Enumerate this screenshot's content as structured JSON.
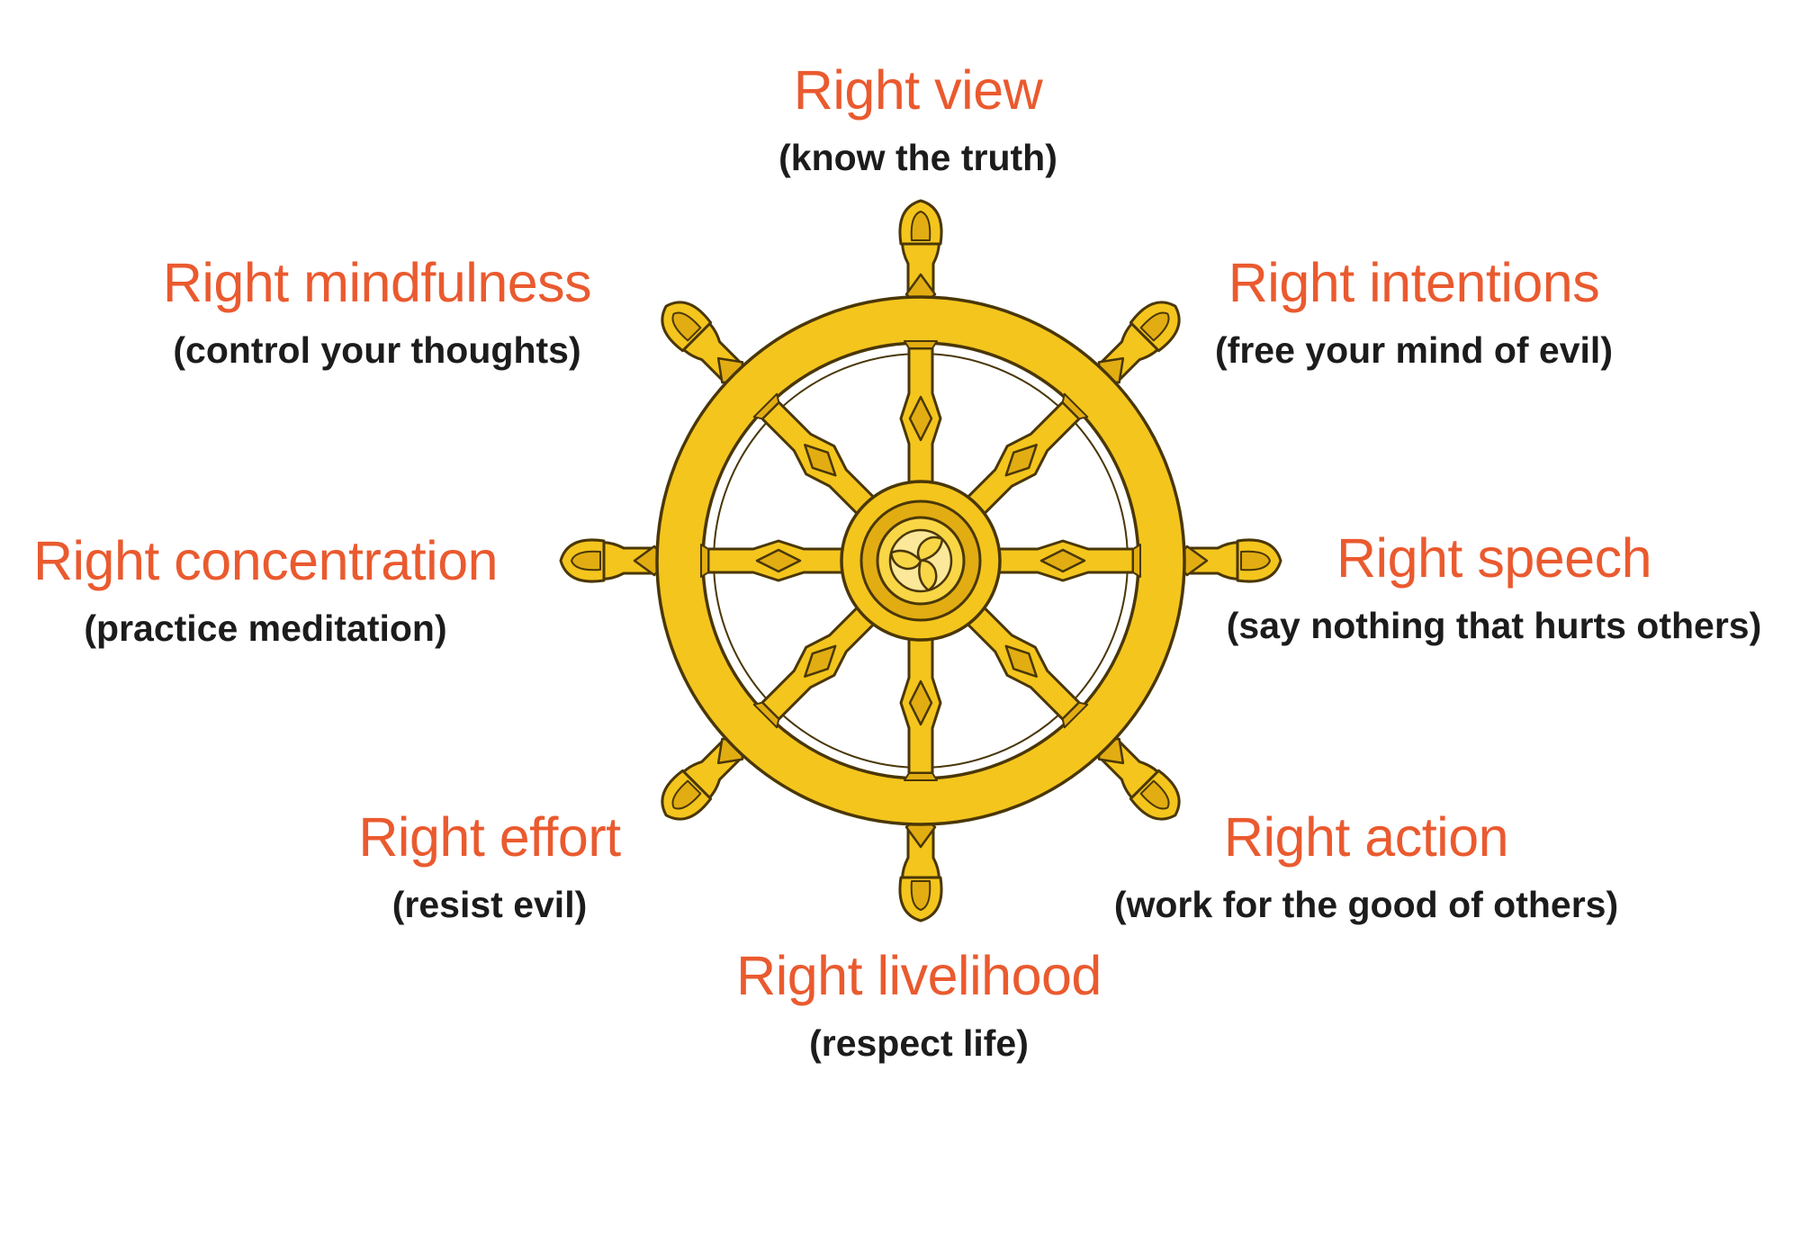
{
  "colors": {
    "title": "#ea5a2f",
    "subtitle": "#1c1c1c",
    "wheel_gold": "#f4c51d",
    "wheel_gold_light": "#f8d645",
    "wheel_gold_dark": "#e2ad12",
    "wheel_outline": "#4a3708",
    "hub_swirl": "#fbe89a"
  },
  "center_icon": "dharma-wheel-icon",
  "paths": [
    {
      "key": "view",
      "title": "Right view",
      "subtitle": "(know the truth)"
    },
    {
      "key": "intentions",
      "title": "Right intentions",
      "subtitle": "(free your mind of evil)"
    },
    {
      "key": "speech",
      "title": "Right speech",
      "subtitle": "(say nothing that hurts others)"
    },
    {
      "key": "action",
      "title": "Right action",
      "subtitle": "(work for the good of others)"
    },
    {
      "key": "livelihood",
      "title": "Right livelihood",
      "subtitle": "(respect life)"
    },
    {
      "key": "effort",
      "title": "Right effort",
      "subtitle": "(resist evil)"
    },
    {
      "key": "concentration",
      "title": "Right concentration",
      "subtitle": "(practice meditation)"
    },
    {
      "key": "mindfulness",
      "title": "Right mindfulness",
      "subtitle": "(control your thoughts)"
    }
  ]
}
